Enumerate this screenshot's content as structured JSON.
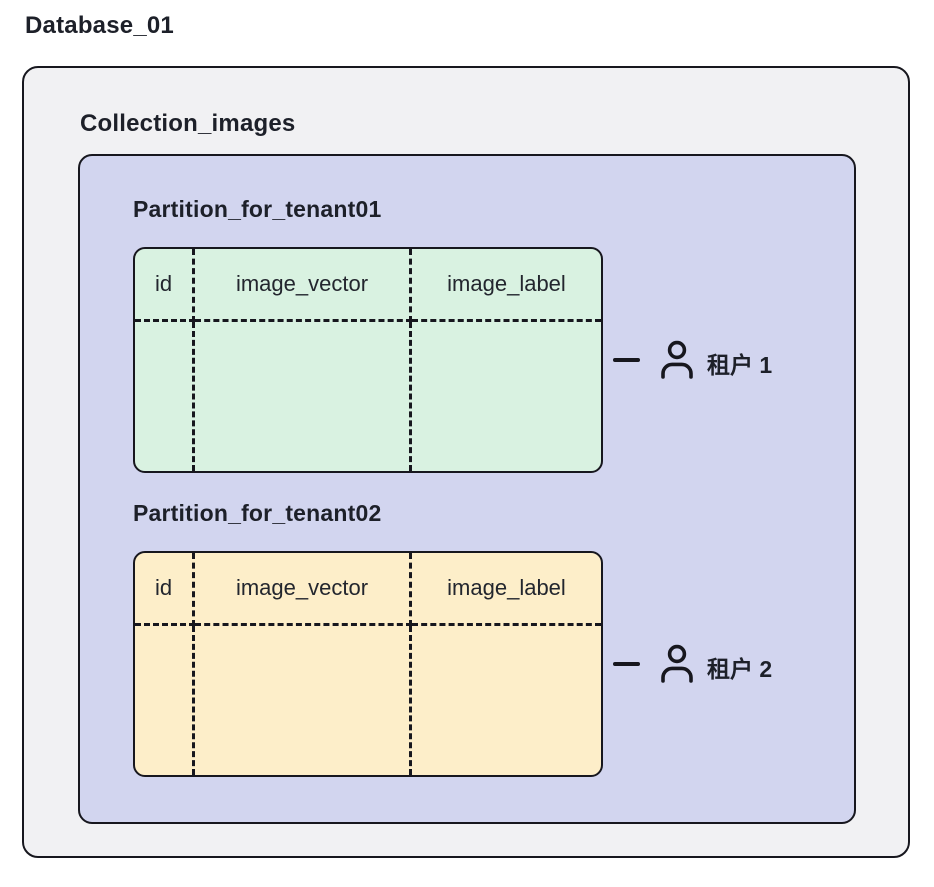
{
  "diagram": {
    "database": {
      "label": "Database_01"
    },
    "collection": {
      "label": "Collection_images"
    },
    "partitions": [
      {
        "label": "Partition_for_tenant01",
        "columns": [
          "id",
          "image_vector",
          "image_label"
        ],
        "fill": "#d9f2e1",
        "tenant_label": "租户 1",
        "icon": "person-icon"
      },
      {
        "label": "Partition_for_tenant02",
        "columns": [
          "id",
          "image_vector",
          "image_label"
        ],
        "fill": "#fdeec9",
        "tenant_label": "租户 2",
        "icon": "person-icon"
      }
    ],
    "colors": {
      "outer_fill": "#f1f1f3",
      "collection_fill": "#d2d5ef",
      "stroke": "#17171e",
      "text": "#1d2029"
    }
  }
}
